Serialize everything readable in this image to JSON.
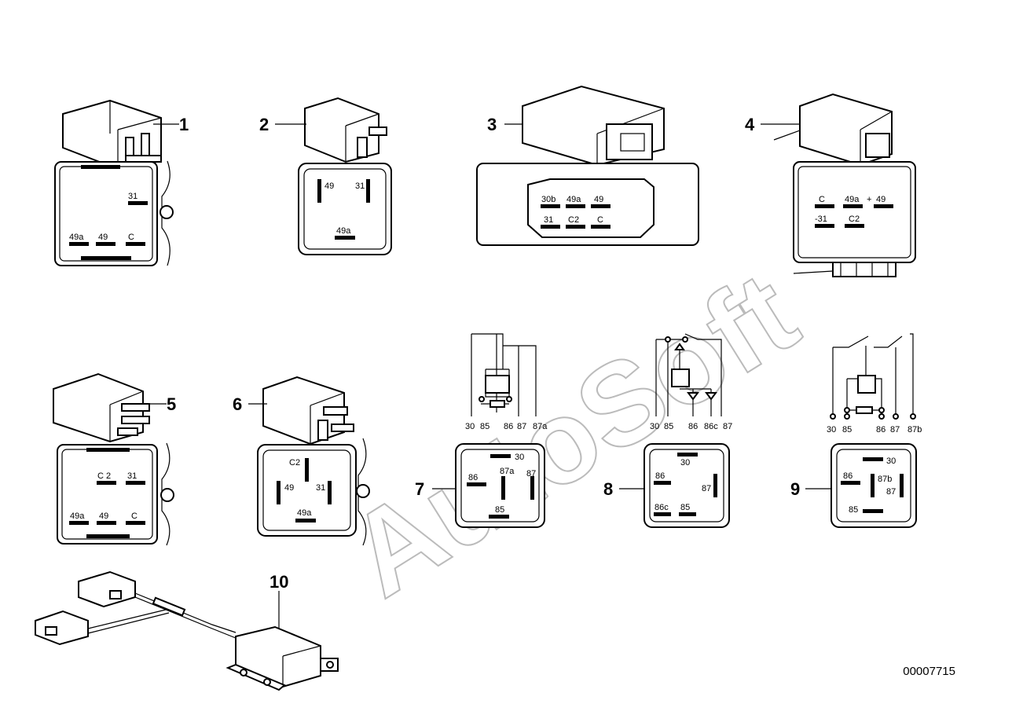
{
  "watermark": "AutoSoft",
  "doc_number": "00007715",
  "callouts": [
    "1",
    "2",
    "3",
    "4",
    "5",
    "6",
    "7",
    "8",
    "9",
    "10"
  ],
  "relay1": {
    "pins": [
      "31",
      "49a",
      "49",
      "C"
    ]
  },
  "relay2": {
    "pins": [
      "49",
      "31",
      "49a"
    ]
  },
  "relay3": {
    "pins": [
      "30b",
      "49a",
      "49",
      "31",
      "C2",
      "C"
    ]
  },
  "relay4": {
    "pins": [
      "C",
      "49a",
      "+",
      "49",
      "-31",
      "C2"
    ]
  },
  "relay5": {
    "pins": [
      "C 2",
      "31",
      "49a",
      "49",
      "C"
    ]
  },
  "relay6": {
    "pins": [
      "C2",
      "49",
      "31",
      "49a"
    ]
  },
  "relay7": {
    "schematic_pins": [
      "30",
      "85",
      "86",
      "87",
      "87a"
    ],
    "pins": [
      "30",
      "86",
      "87a",
      "87",
      "85"
    ]
  },
  "relay8": {
    "schematic_pins": [
      "30",
      "85",
      "86",
      "86c",
      "87"
    ],
    "pins": [
      "30",
      "86",
      "87",
      "86c",
      "85"
    ]
  },
  "relay9": {
    "schematic_pins": [
      "30",
      "85",
      "86",
      "87",
      "87b"
    ],
    "pins": [
      "30",
      "86",
      "87b",
      "87",
      "85"
    ]
  }
}
